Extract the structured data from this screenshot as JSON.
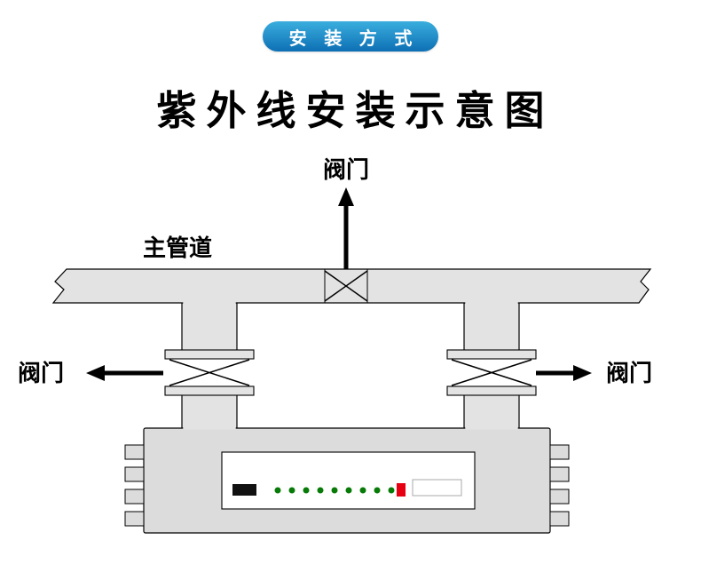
{
  "badge": {
    "label": "安 装 方 式",
    "background_top": "#3aaede",
    "background_bottom": "#0d6fb4",
    "text_color": "#ffffff"
  },
  "title": {
    "text": "紫外线安装示意图"
  },
  "diagram": {
    "labels": {
      "main_pipe": "主管道",
      "valve_top": "阀门",
      "valve_left": "阀门",
      "valve_right": "阀门"
    },
    "colors": {
      "pipe_fill": "#e3e3e3",
      "outline": "#000000",
      "device_fill": "#dcdcdc",
      "panel_fill": "#ffffff",
      "display_black": "#111111",
      "led_green": "#077a07",
      "indicator_red": "#e60012"
    },
    "panel": {
      "led_count": 9
    }
  }
}
